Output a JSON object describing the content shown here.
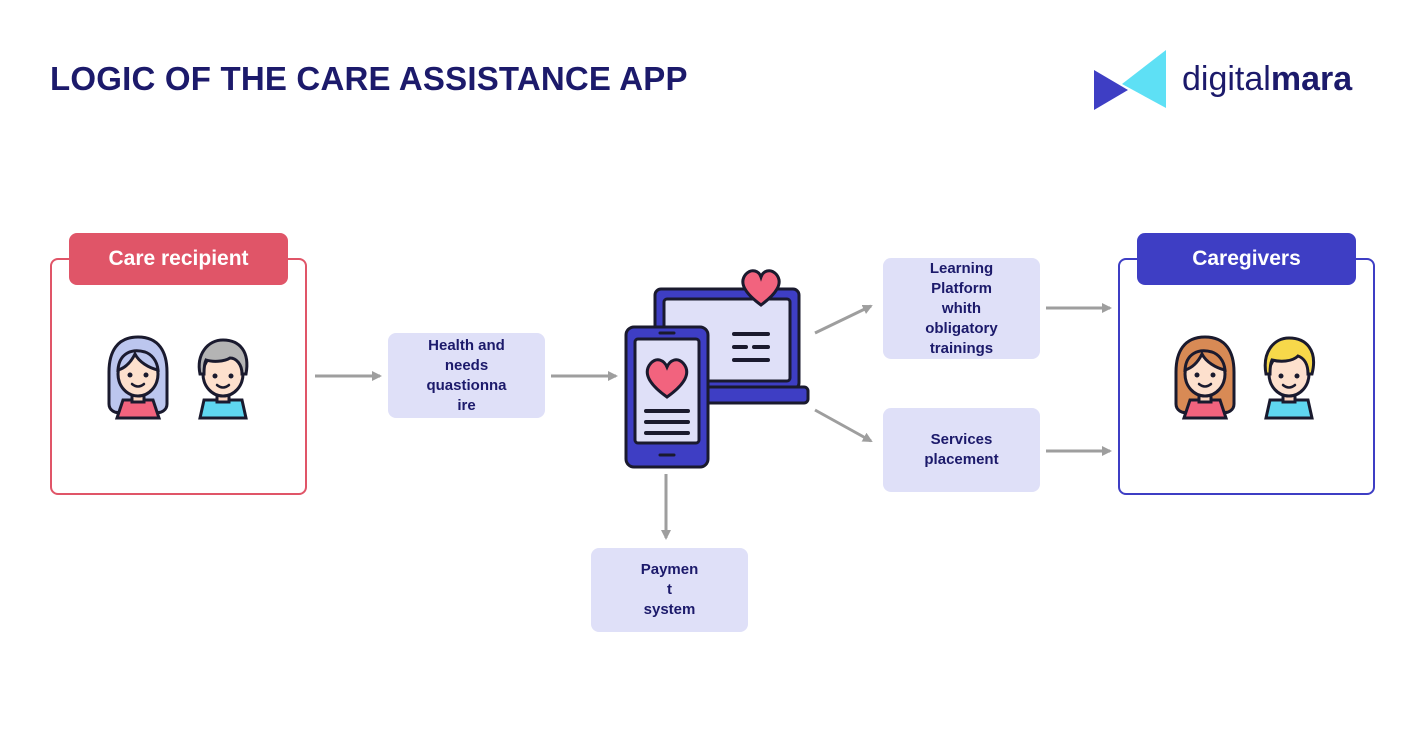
{
  "title": "LOGIC OF THE CARE ASSISTANCE APP",
  "logo": {
    "text_light": "digital",
    "text_bold": "mara"
  },
  "care_recipient": {
    "label": "Care recipient"
  },
  "caregivers": {
    "label": "Caregivers"
  },
  "boxes": {
    "questionnaire": [
      "Health and",
      "needs",
      "quastionna",
      "ire"
    ],
    "learning": [
      "Learning",
      "Platform",
      "whith",
      "obligatory",
      "trainings"
    ],
    "services": [
      "Services",
      "placement"
    ],
    "payment": [
      "Paymen",
      "t",
      "system"
    ]
  },
  "colors": {
    "navy": "#1c1a6b",
    "red": "#e05568",
    "blue": "#3e3ec4",
    "box_fill": "#dfe0f8",
    "arrow": "#9e9e9e",
    "logo_cyan": "#5ee0f5"
  }
}
